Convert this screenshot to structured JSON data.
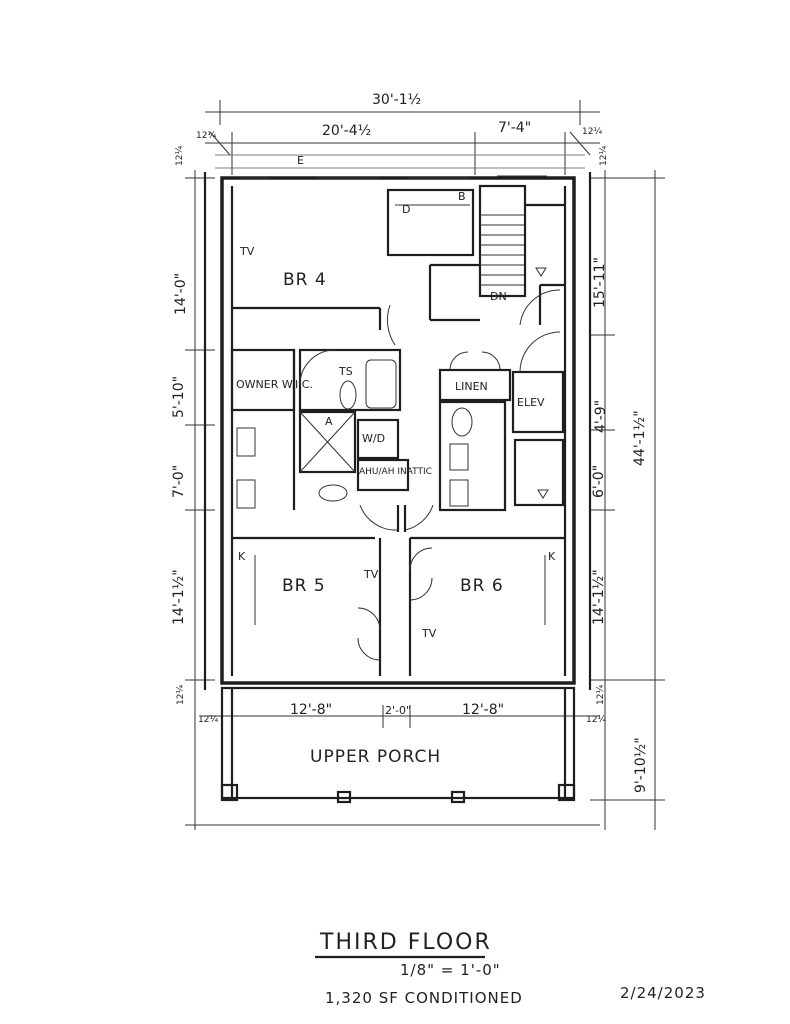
{
  "dimensions": {
    "overall_width": "30'-1½",
    "left_span": "20'-4½",
    "right_span": "7'-4\"",
    "offset_tl": "12¼",
    "offset_tr": "12¼",
    "offset_left_top": "12¼",
    "offset_right_top": "12¼",
    "left_br4": "14'-0\"",
    "left_closet": "5'-10\"",
    "left_bath": "7'-0\"",
    "left_br5": "14'-1½\"",
    "left_porch_offset": "12¼",
    "right_stair": "15'-11\"",
    "right_elev": "4'-9\"",
    "right_bath": "6'-0\"",
    "right_br6": "14'-1½\"",
    "right_porch_offset": "12¼",
    "right_total": "44'-1½\"",
    "right_porch": "9'-10½\"",
    "bottom_left_offset": "12¼",
    "bottom_br5": "12'-8\"",
    "bottom_mid": "2'-0\"",
    "bottom_br6": "12'-8\"",
    "bottom_right_offset": "12¼"
  },
  "rooms": {
    "br4": "BR 4",
    "br5": "BR 5",
    "br6": "BR 6",
    "owner_wic": "OWNER W.I.C.",
    "linen": "LINEN",
    "elev": "ELEV",
    "wd": "W/D",
    "ahu": "AHU/AH INATTIC",
    "upper_porch": "UPPER PORCH",
    "dn": "DN"
  },
  "marks": {
    "e": "E",
    "d": "D",
    "b": "B",
    "tv": "TV",
    "ts": "TS",
    "k": "K",
    "a": "A"
  },
  "title_block": {
    "title": "THIRD FLOOR",
    "scale": "1/8\" = 1'-0\"",
    "area": "1,320 SF CONDITIONED",
    "date": "2/24/2023"
  }
}
